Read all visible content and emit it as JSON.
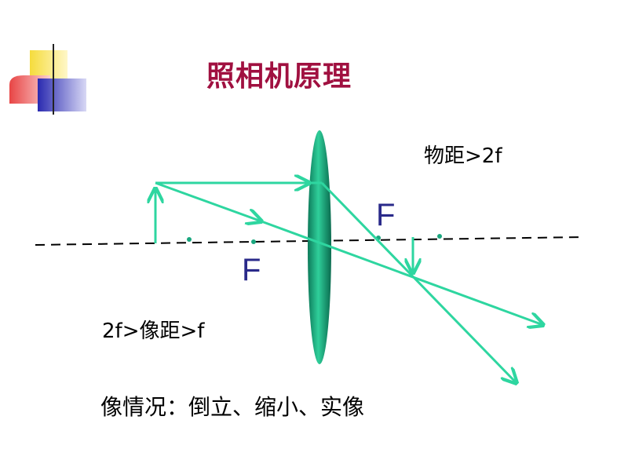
{
  "title": "照相机原理",
  "labels": {
    "object_distance": "物距>2f",
    "image_distance": "2f>像距>f",
    "image_nature": "像情况：倒立、缩小、实像"
  },
  "focal_labels": {
    "left": "F",
    "right": "F"
  },
  "colors": {
    "title": "#a01040",
    "ray": "#2ed6a0",
    "lens": "#1aa77f",
    "focal": "#2a2a8a",
    "decor_yellow": "#f5dc3c",
    "decor_red": "#e84545",
    "decor_blue": "#2a2ab0"
  },
  "icons": {
    "logo": "decorative-blocks-icon"
  }
}
